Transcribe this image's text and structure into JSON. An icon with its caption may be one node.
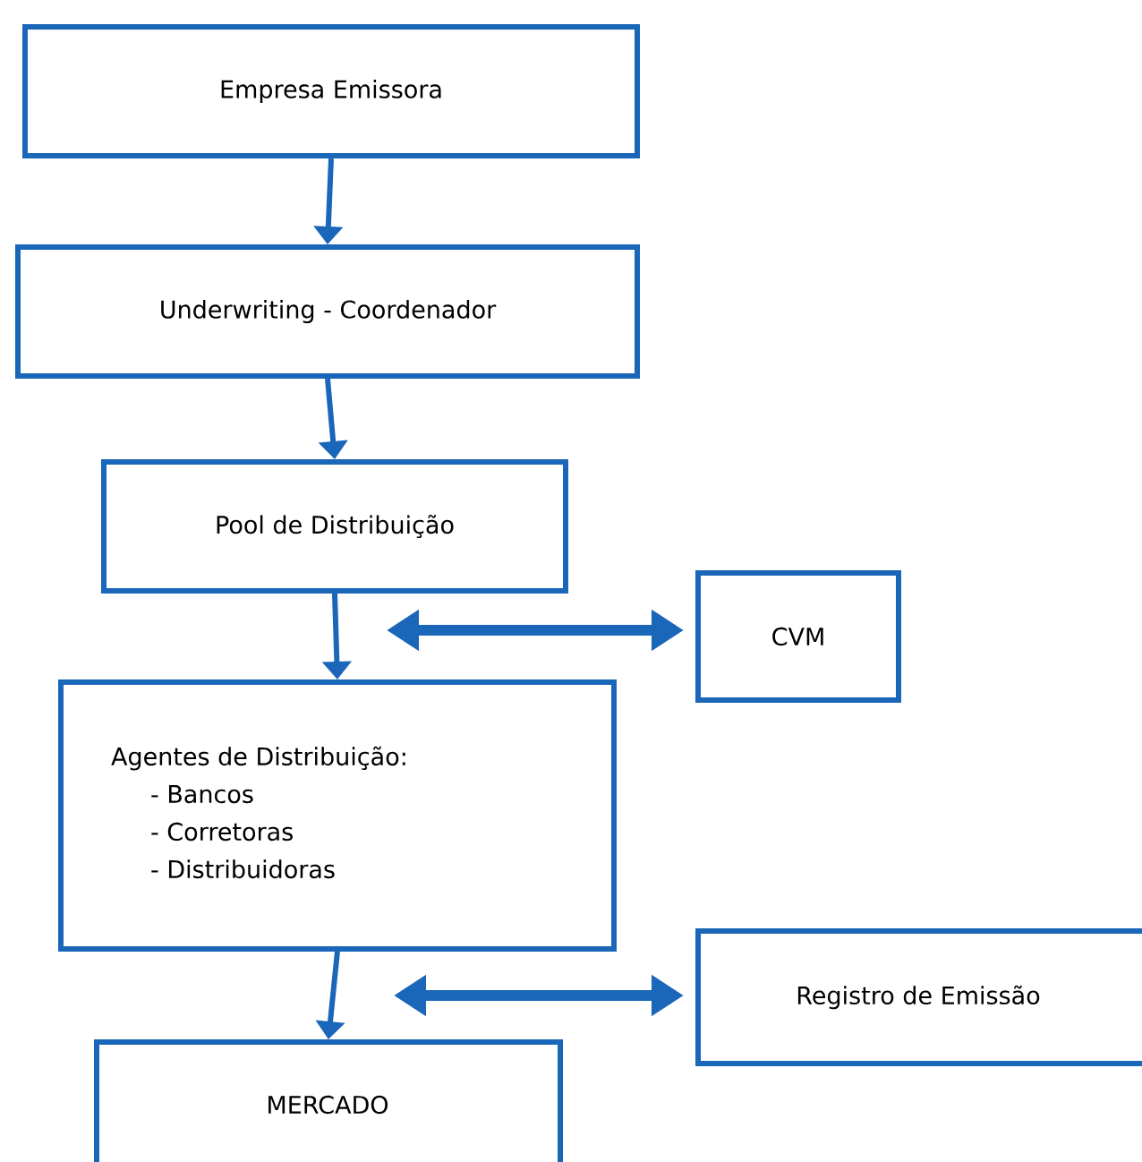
{
  "diagram": {
    "nodes": [
      {
        "text": [
          "Empresa Emissora"
        ]
      },
      {
        "text": [
          "Underwriting - Coordenador"
        ]
      },
      {
        "text": [
          "Pool de Distribuição"
        ]
      },
      {
        "text": [
          "CVM"
        ]
      },
      {
        "text": [
          "Agentes de Distribuição:",
          "- Bancos",
          "- Corretoras",
          "- Distribuidoras"
        ]
      },
      {
        "text": [
          "Registro de Emissão"
        ]
      },
      {
        "text": [
          "MERCADO"
        ]
      }
    ],
    "edges": [
      {
        "from": 0,
        "to": 1,
        "arrow": "to"
      },
      {
        "from": 1,
        "to": 2,
        "arrow": "to"
      },
      {
        "from": 2,
        "to": 4,
        "arrow": "to"
      },
      {
        "from": null,
        "to": 3,
        "arrow": "both",
        "style": "thick"
      },
      {
        "from": 4,
        "to": 6,
        "arrow": "to"
      },
      {
        "from": null,
        "to": 5,
        "arrow": "both",
        "style": "thick"
      }
    ]
  }
}
